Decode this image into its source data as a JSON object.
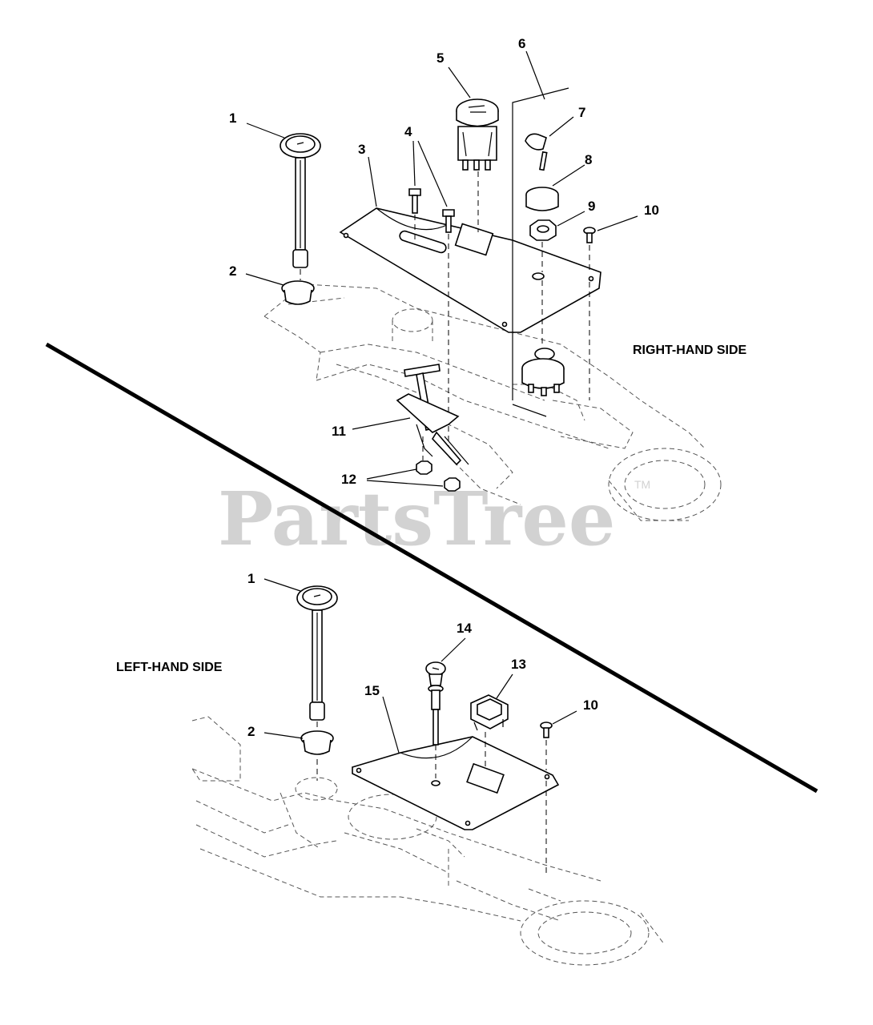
{
  "watermark": {
    "text": "PartsTree",
    "trademark": "TM"
  },
  "sections": {
    "right": "RIGHT-HAND SIDE",
    "left": "LEFT-HAND SIDE"
  },
  "callouts": {
    "c1_top": "1",
    "c2_top": "2",
    "c3": "3",
    "c4": "4",
    "c5": "5",
    "c6": "6",
    "c7": "7",
    "c8": "8",
    "c9": "9",
    "c10_top": "10",
    "c11": "11",
    "c12": "12",
    "c1_bottom": "1",
    "c2_bottom": "2",
    "c13": "13",
    "c14": "14",
    "c15": "15",
    "c10_bottom": "10"
  }
}
